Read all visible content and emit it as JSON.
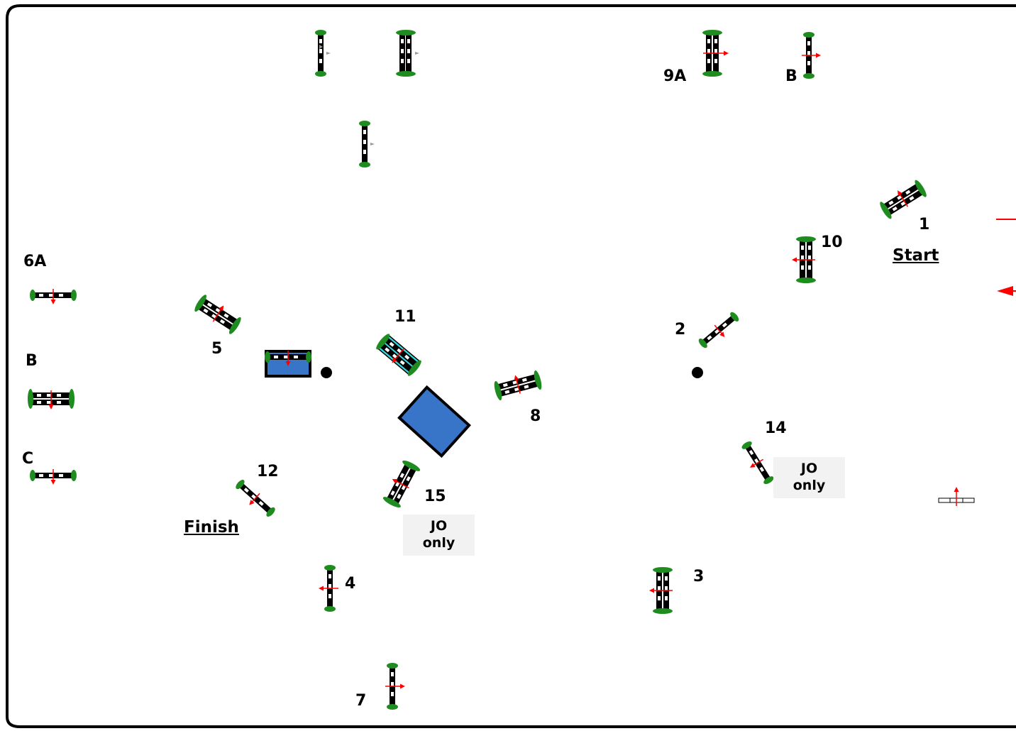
{
  "labels": {
    "start": "Start",
    "finish": "Finish",
    "n1": "1",
    "n2": "2",
    "n3": "3",
    "n4": "4",
    "n5": "5",
    "n6a": "6A",
    "n6b": "B",
    "n6c": "C",
    "n7": "7",
    "n8": "8",
    "n9a": "9A",
    "n9b": "B",
    "n10": "10",
    "n11": "11",
    "n12": "12",
    "n14": "14",
    "n15": "15"
  },
  "jo_boxes": {
    "jo14_line1": "JO",
    "jo14_line2": "only",
    "jo15_line1": "JO",
    "jo15_line2": "only"
  },
  "colors": {
    "border": "#000000",
    "pole_dark": "#000000",
    "pole_light": "#ffffff",
    "wing_green": "#1e8c1e",
    "direction_arrow": "#ff0000",
    "spare_arrow": "#999999",
    "water": "#3875c8",
    "liverpool": "#38d8e0",
    "jo_box": "#f2f2f2"
  }
}
